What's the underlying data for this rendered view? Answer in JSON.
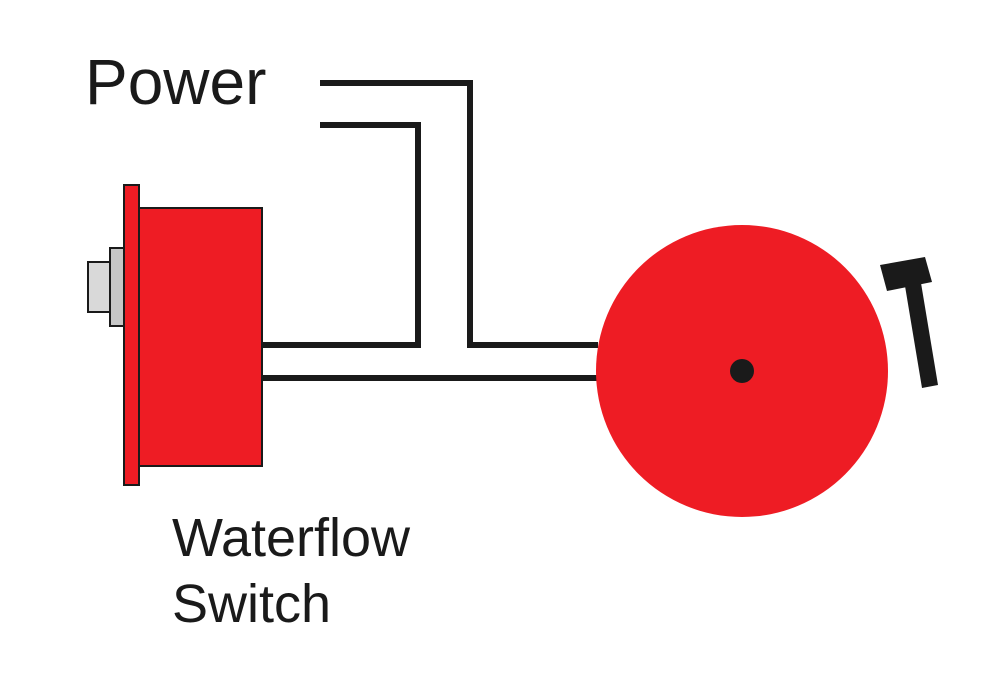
{
  "labels": {
    "power": "Power",
    "waterflow_switch": [
      "Waterflow",
      "Switch"
    ]
  },
  "icons": {
    "switch": "waterflow-switch-icon",
    "bell": "alarm-bell-icon",
    "hammer": "bell-striker-icon"
  },
  "colors": {
    "device_red": "#ee1c24",
    "wire": "#1a1a1a",
    "switch_plug": "#d9d9d9"
  }
}
